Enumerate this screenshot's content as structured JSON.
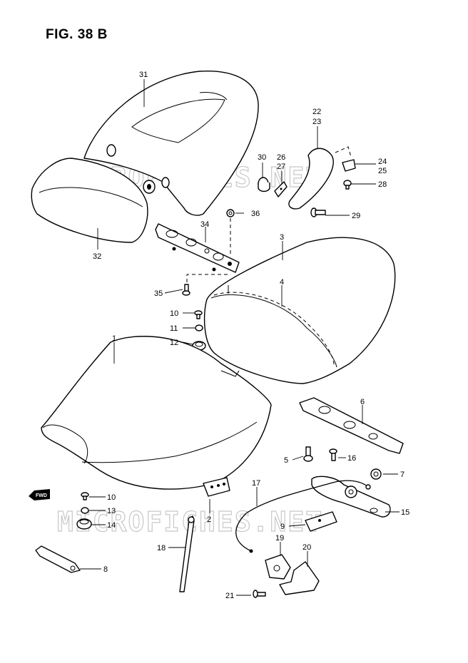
{
  "figure": {
    "title": "FIG. 38 B"
  },
  "watermark": "MICROFICHES.NET",
  "direction_badge": "FWD",
  "callouts": {
    "c1": "1",
    "c2": "2",
    "c3": "3",
    "c4": "4",
    "c5": "5",
    "c6": "6",
    "c7": "7",
    "c8": "8",
    "c9": "9",
    "c10a": "10",
    "c10b": "10",
    "c11": "11",
    "c12": "12",
    "c13": "13",
    "c14": "14",
    "c15": "15",
    "c16": "16",
    "c17": "17",
    "c18": "18",
    "c19": "19",
    "c20": "20",
    "c21": "21",
    "c22": "22",
    "c23": "23",
    "c24": "24",
    "c25": "25",
    "c26": "26",
    "c27": "27",
    "c28": "28",
    "c29": "29",
    "c30": "30",
    "c31": "31",
    "c32": "32",
    "c34": "34",
    "c35": "35",
    "c36": "36"
  }
}
